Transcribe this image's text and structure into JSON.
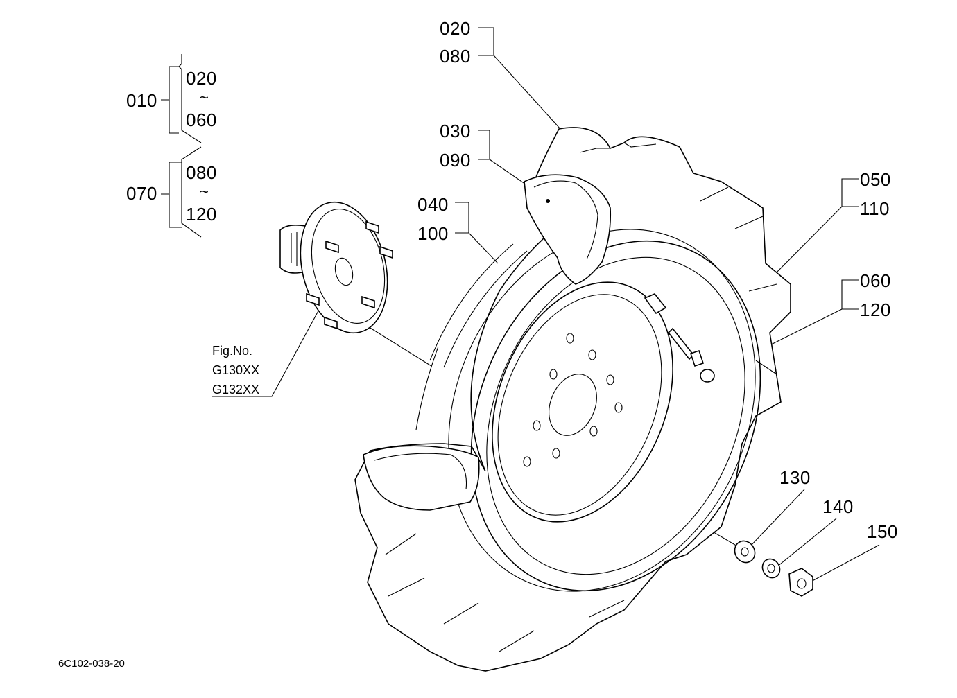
{
  "groups": [
    {
      "id": "010",
      "range_from": "020",
      "range_sep": "~",
      "range_to": "060"
    },
    {
      "id": "070",
      "range_from": "080",
      "range_sep": "~",
      "range_to": "120"
    }
  ],
  "callouts": {
    "c020": "020",
    "c080": "080",
    "c030": "030",
    "c090": "090",
    "c040": "040",
    "c100": "100",
    "c050": "050",
    "c110": "110",
    "c060": "060",
    "c120": "120",
    "c130": "130",
    "c140": "140",
    "c150": "150"
  },
  "fig_ref": {
    "label": "Fig.No.",
    "codes": [
      "G130XX",
      "G132XX"
    ]
  },
  "drawing_code": "6C102-038-20"
}
